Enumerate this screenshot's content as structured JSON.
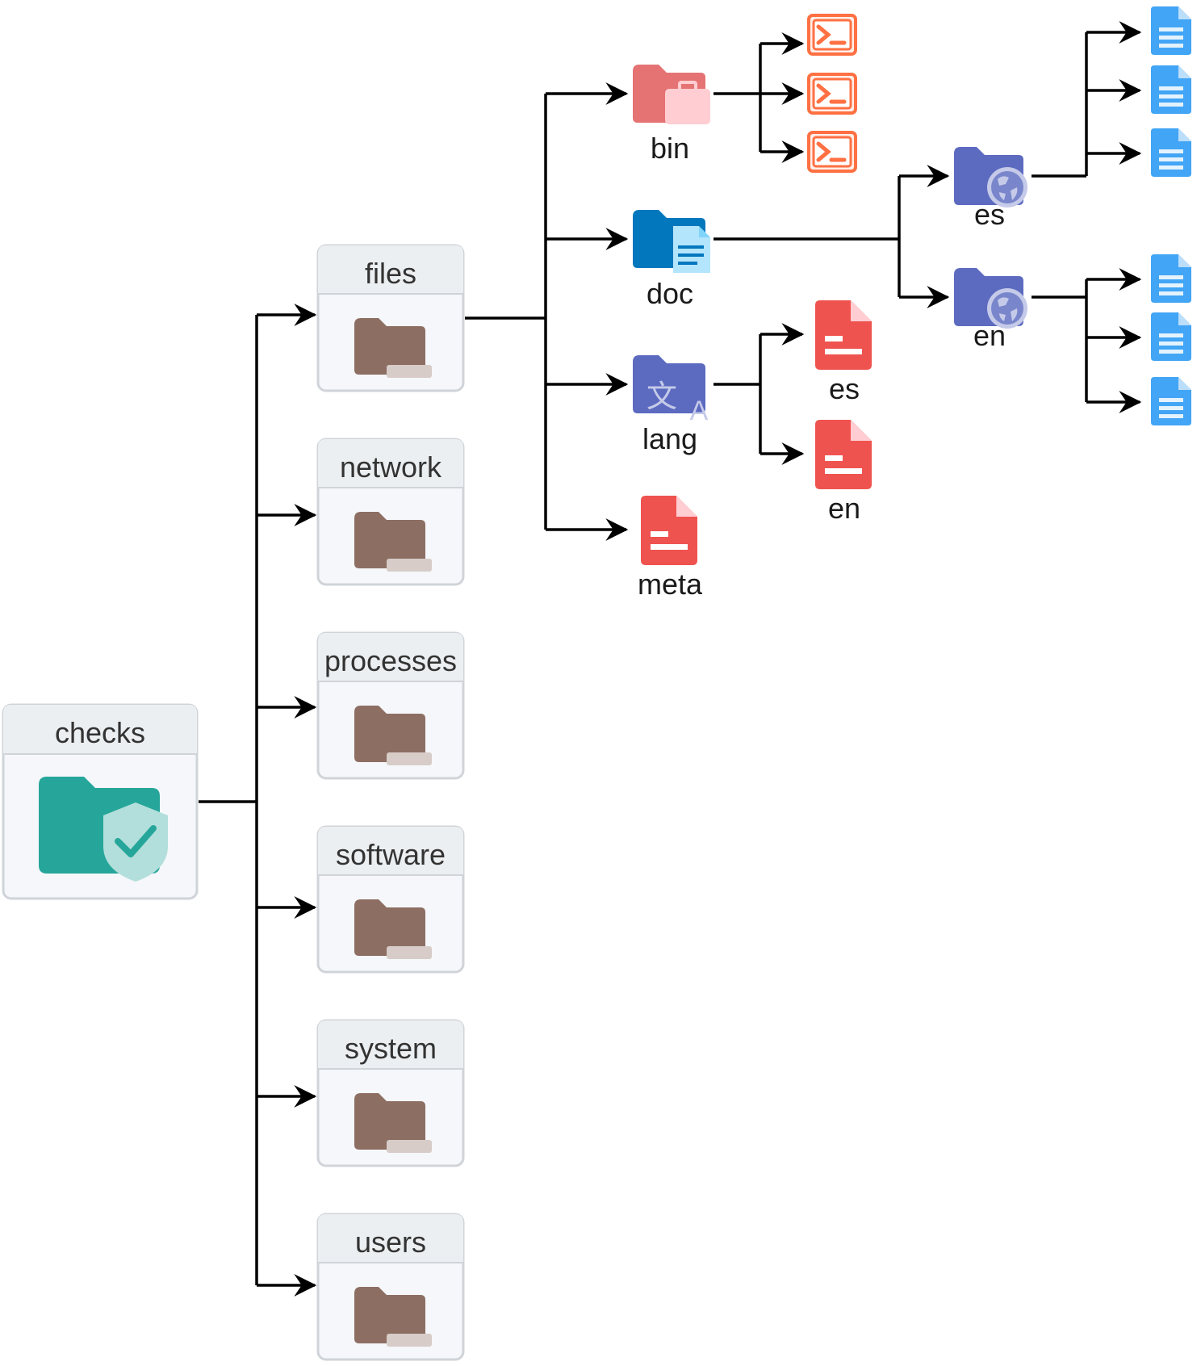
{
  "root": {
    "label": "checks"
  },
  "categories": [
    {
      "label": "files"
    },
    {
      "label": "network"
    },
    {
      "label": "processes"
    },
    {
      "label": "software"
    },
    {
      "label": "system"
    },
    {
      "label": "users"
    }
  ],
  "files_children": {
    "bin": {
      "label": "bin",
      "children": [
        "terminal-file",
        "terminal-file",
        "terminal-file"
      ]
    },
    "doc": {
      "label": "doc",
      "children": [
        {
          "label": "es",
          "children": [
            "document",
            "document",
            "document"
          ]
        },
        {
          "label": "en",
          "children": [
            "document",
            "document",
            "document"
          ]
        }
      ]
    },
    "lang": {
      "label": "lang",
      "children": [
        {
          "label": "es"
        },
        {
          "label": "en"
        }
      ]
    },
    "meta": {
      "label": "meta"
    }
  },
  "colors": {
    "checks_folder": "#26a69a",
    "shield": "#b2dfdb",
    "category_folder": "#8d6e63",
    "bin_folder": "#e57373",
    "doc_folder": "#0277bd",
    "lang_folder": "#5c6bc0",
    "terminal": "#ff7043",
    "red_file": "#ef5350",
    "blue_doc": "#42a5f5"
  }
}
